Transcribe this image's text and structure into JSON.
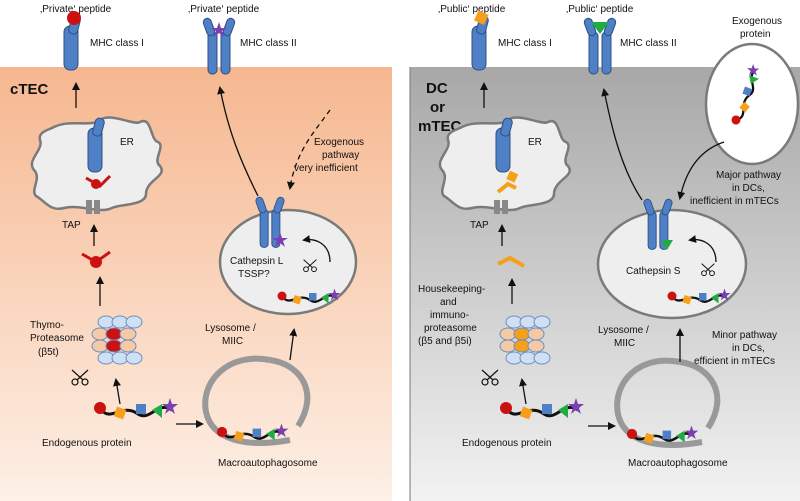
{
  "left_panel": {
    "title": "cTEC",
    "peptide_mhc1": "‚Private‘ peptide",
    "peptide_mhc2": "‚Private‘ peptide",
    "mhc1_label": "MHC class I",
    "mhc2_label": "MHC class II",
    "er_label": "ER",
    "tap_label": "TAP",
    "proteasome_label_1": "Thymo-",
    "proteasome_label_2": "Proteasome",
    "proteasome_label_3": "(β5t)",
    "lysosome_label_1": "Lysosome /",
    "lysosome_label_2": "MIIC",
    "cathepsin_label_1": "Cathepsin L",
    "cathepsin_label_2": "TSSP?",
    "exogenous_note_1": "Exogenous",
    "exogenous_note_2": "pathway",
    "exogenous_note_3": "very inefficient",
    "endogenous_label": "Endogenous protein",
    "autophagosome_label": "Macroautophagosome"
  },
  "right_panel": {
    "title_1": "DC",
    "title_2": "or",
    "title_3": "mTEC",
    "peptide_mhc1": "‚Public‘ peptide",
    "peptide_mhc2": "‚Public‘ peptide",
    "mhc1_label": "MHC class I",
    "mhc2_label": "MHC class II",
    "er_label": "ER",
    "tap_label": "TAP",
    "proteasome_label_1": "Housekeeping-",
    "proteasome_label_2": "and",
    "proteasome_label_3": "immuno-",
    "proteasome_label_4": "proteasome",
    "proteasome_label_5": "(β5 and β5i)",
    "lysosome_label_1": "Lysosome /",
    "lysosome_label_2": "MIIC",
    "cathepsin_label": "Cathepsin S",
    "exogenous_protein_1": "Exogenous",
    "exogenous_protein_2": "protein",
    "major_pathway_1": "Major pathway",
    "major_pathway_2": "in DCs,",
    "major_pathway_3": "inefficient in mTECs",
    "minor_pathway_1": "Minor pathway",
    "minor_pathway_2": "in DCs,",
    "minor_pathway_3": "efficient in mTECs",
    "endogenous_label": "Endogenous protein",
    "autophagosome_label": "Macroautophagosome"
  },
  "colors": {
    "left_bg_top": "#f6b790",
    "left_bg_bottom": "#fdf0e6",
    "right_bg_top": "#a8a8a8",
    "right_bg_bottom": "#f2f2f2",
    "mhc_blue": "#4f7fc4",
    "mhc_blue_dark": "#2e4f86",
    "peptide_red": "#cc1111",
    "peptide_orange": "#f5a018",
    "domain_blue": "#4f7fc4",
    "domain_green": "#22aa44",
    "domain_purple": "#7a3fb0",
    "proteasome_light": "#cfe0f4",
    "proteasome_peach": "#f3c9a6",
    "proteasome_orange": "#f5a018",
    "organelle_fill": "#eeeeee",
    "organelle_stroke": "#7a7a7a"
  }
}
